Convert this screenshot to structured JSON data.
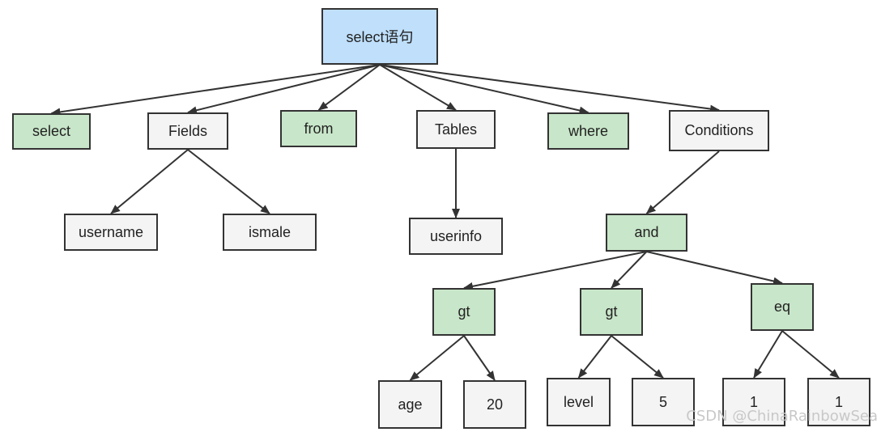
{
  "colors": {
    "root": "#bfdffb",
    "keyword": "#c8e6c9",
    "plain": "#f4f4f4",
    "border": "#333333",
    "edge": "#333333",
    "watermark": "#c8c8c8"
  },
  "nodes": {
    "root": {
      "label": "select语句",
      "kind": "root"
    },
    "kw_select": {
      "label": "select",
      "kind": "keyword"
    },
    "fields": {
      "label": "Fields",
      "kind": "plain"
    },
    "kw_from": {
      "label": "from",
      "kind": "keyword"
    },
    "tables": {
      "label": "Tables",
      "kind": "plain"
    },
    "kw_where": {
      "label": "where",
      "kind": "keyword"
    },
    "conditions": {
      "label": "Conditions",
      "kind": "plain"
    },
    "username": {
      "label": "username",
      "kind": "plain"
    },
    "ismale": {
      "label": "ismale",
      "kind": "plain"
    },
    "userinfo": {
      "label": "userinfo",
      "kind": "plain"
    },
    "and": {
      "label": "and",
      "kind": "keyword"
    },
    "gt1": {
      "label": "gt",
      "kind": "keyword"
    },
    "gt2": {
      "label": "gt",
      "kind": "keyword"
    },
    "eq": {
      "label": "eq",
      "kind": "keyword"
    },
    "age": {
      "label": "age",
      "kind": "plain"
    },
    "v20": {
      "label": "20",
      "kind": "plain"
    },
    "level": {
      "label": "level",
      "kind": "plain"
    },
    "v5": {
      "label": "5",
      "kind": "plain"
    },
    "one_a": {
      "label": "1",
      "kind": "plain"
    },
    "one_b": {
      "label": "1",
      "kind": "plain"
    }
  },
  "edges": [
    [
      "root",
      "kw_select"
    ],
    [
      "root",
      "fields"
    ],
    [
      "root",
      "kw_from"
    ],
    [
      "root",
      "tables"
    ],
    [
      "root",
      "kw_where"
    ],
    [
      "root",
      "conditions"
    ],
    [
      "fields",
      "username"
    ],
    [
      "fields",
      "ismale"
    ],
    [
      "tables",
      "userinfo"
    ],
    [
      "conditions",
      "and"
    ],
    [
      "and",
      "gt1"
    ],
    [
      "and",
      "gt2"
    ],
    [
      "and",
      "eq"
    ],
    [
      "gt1",
      "age"
    ],
    [
      "gt1",
      "v20"
    ],
    [
      "gt2",
      "level"
    ],
    [
      "gt2",
      "v5"
    ],
    [
      "eq",
      "one_a"
    ],
    [
      "eq",
      "one_b"
    ]
  ],
  "watermark": "CSDN @ChinaRainbowSea"
}
